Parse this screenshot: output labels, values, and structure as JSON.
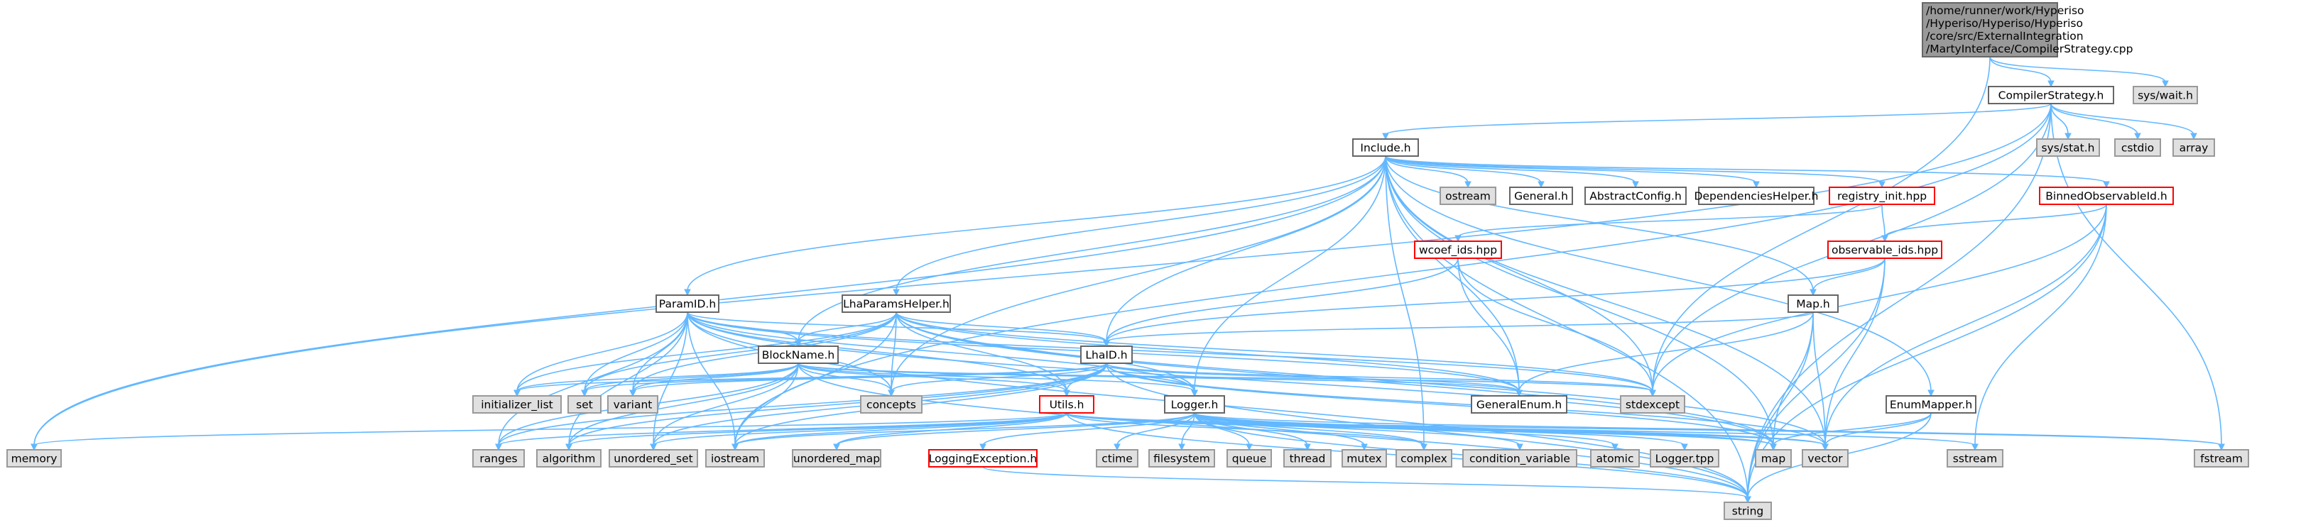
{
  "graph": {
    "root_lines": [
      "/home/runner/work/Hyperiso",
      "/Hyperiso/Hyperiso/Hyperiso",
      "/core/src/ExternalIntegration",
      "/MartyInterface/CompilerStrategy.cpp"
    ],
    "nodes": {
      "compilerstrategy_h": "CompilerStrategy.h",
      "sys_wait_h": "sys/wait.h",
      "include_h": "Include.h",
      "sys_stat_h": "sys/stat.h",
      "cstdio": "cstdio",
      "array": "array",
      "ostream": "ostream",
      "general_h": "General.h",
      "abstractconfig_h": "AbstractConfig.h",
      "dependencieshelper_h": "DependenciesHelper.h",
      "registry_init_hpp": "registry_init.hpp",
      "binnedobservableid_h": "BinnedObservableId.h",
      "wcoef_ids_hpp": "wcoef_ids.hpp",
      "observable_ids_hpp": "observable_ids.hpp",
      "paramid_h": "ParamID.h",
      "lhaparamshelper_h": "LhaParamsHelper.h",
      "map_h": "Map.h",
      "blockname_h": "BlockName.h",
      "lhaid_h": "LhaID.h",
      "generalenum_h": "GeneralEnum.h",
      "enummapper_h": "EnumMapper.h",
      "initializer_list": "initializer_list",
      "set": "set",
      "variant": "variant",
      "concepts": "concepts",
      "stdexcept": "stdexcept",
      "utils_h": "Utils.h",
      "logger_h": "Logger.h",
      "memory": "memory",
      "ranges": "ranges",
      "algorithm": "algorithm",
      "unordered_set": "unordered_set",
      "iostream": "iostream",
      "unordered_map": "unordered_map",
      "loggingexception_h": "LoggingException.h",
      "ctime": "ctime",
      "filesystem": "filesystem",
      "queue": "queue",
      "thread": "thread",
      "mutex": "mutex",
      "complex": "complex",
      "condition_variable": "condition_variable",
      "atomic": "atomic",
      "logger_tpp": "Logger.tpp",
      "map": "map",
      "vector": "vector",
      "sstream": "sstream",
      "fstream": "fstream",
      "string": "string"
    }
  }
}
